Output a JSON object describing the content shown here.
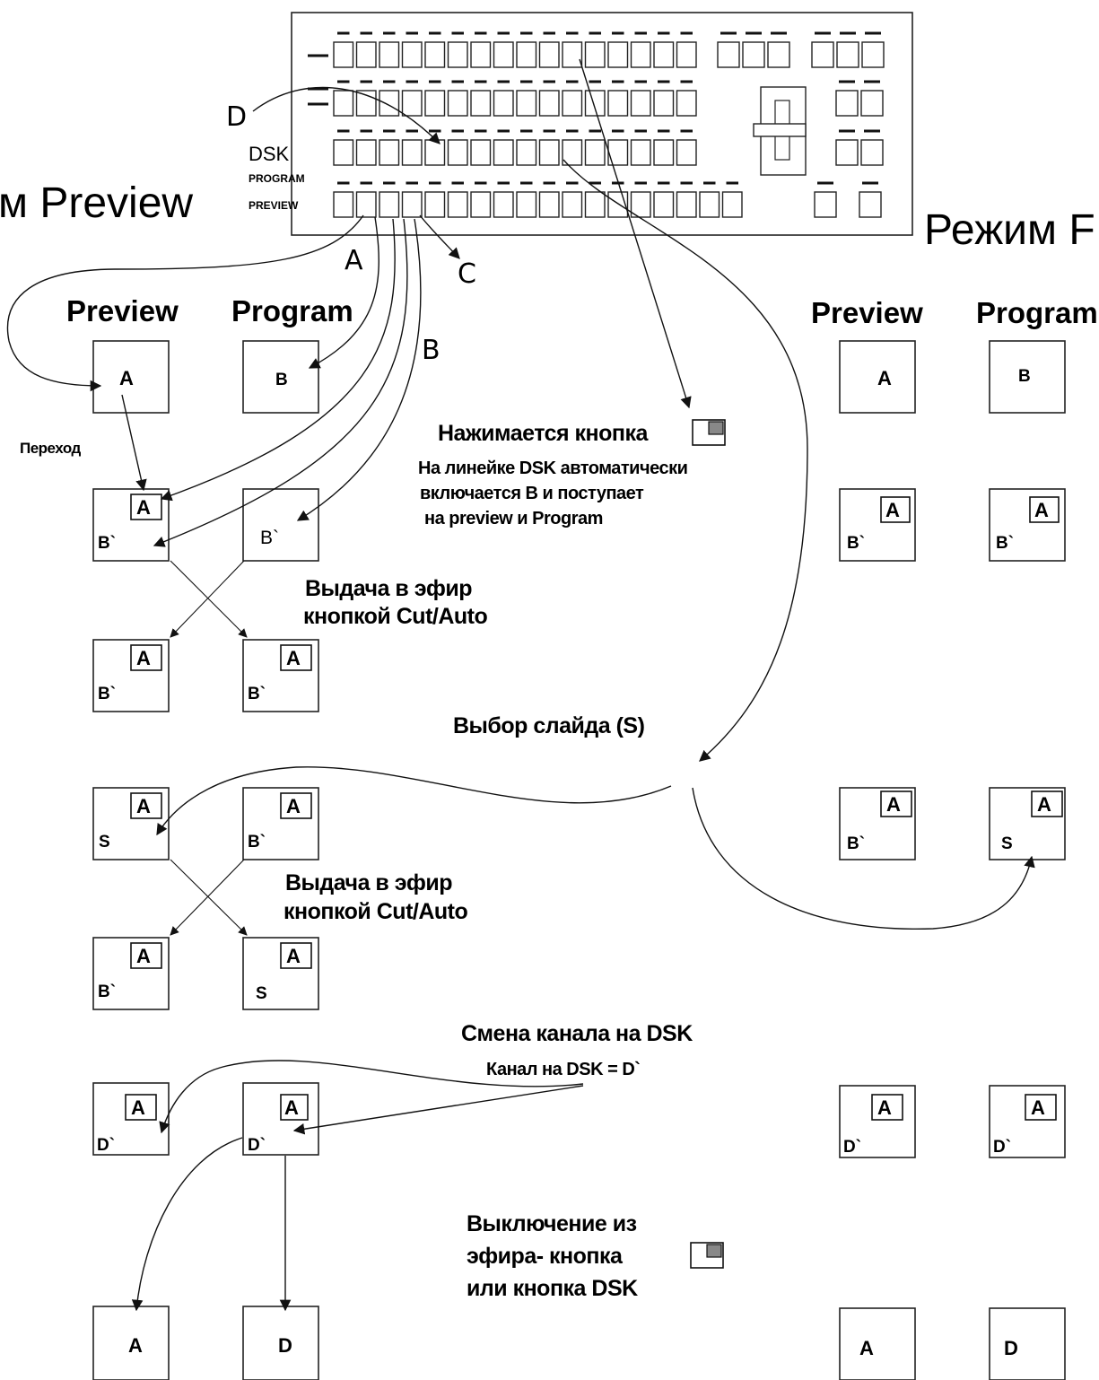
{
  "titles": {
    "left_mode": "м Preview",
    "right_mode": "Режим F"
  },
  "column_headers": {
    "left_preview": "Preview",
    "left_program": "Program",
    "right_preview": "Preview",
    "right_program": "Program"
  },
  "panel": {
    "dsk_label": "DSK",
    "program_label": "PROGRAM",
    "preview_label": "PREVIEW"
  },
  "letters": {
    "A": "A",
    "B": "B",
    "C": "C",
    "D": "D"
  },
  "notes": {
    "transition": "Переход",
    "button_pressed": "Нажимается кнопка",
    "dsk_auto_line1": "На линейке DSK автоматически",
    "dsk_auto_line2": "включается В и поступает",
    "dsk_auto_line3": "на preview и Program",
    "air_cut_line1": "Выдача в эфир",
    "air_cut_line2": "кнопкой  Cut/Auto",
    "slide_select": "Выбор слайда (S)",
    "dsk_change_title": "Смена канала на DSK",
    "dsk_change_sub": "Канал на DSK = D`",
    "off_air_line1": "Выключение из",
    "off_air_line2": "эфира- кнопка",
    "off_air_line3": "или кнопка DSK"
  },
  "cells": {
    "A": "A",
    "B": "B",
    "B_prime": "B`",
    "D_prime": "D`",
    "S": "S",
    "D": "D"
  }
}
